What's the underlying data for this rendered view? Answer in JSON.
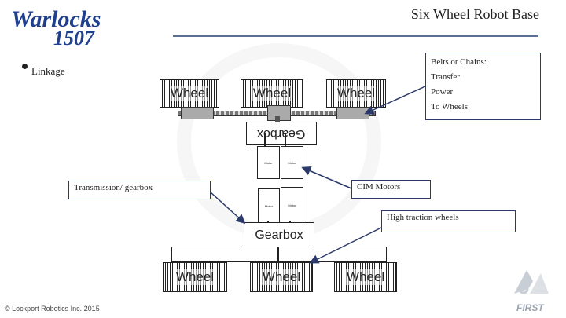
{
  "logo": {
    "line1": "Warlocks",
    "line2": "1507"
  },
  "slide_title": "Six Wheel Robot Base",
  "bullets": [
    "Linkage"
  ],
  "diagram": {
    "top_wheels": [
      "Wheel",
      "Wheel",
      "Wheel"
    ],
    "bottom_wheels": [
      "Wheel",
      "Wheel",
      "Wheel"
    ],
    "gearbox_top": "Gearbox",
    "gearbox_bottom": "Gearbox",
    "motor_label": "Motor"
  },
  "callouts": {
    "belts": [
      "Belts or Chains:",
      "Transfer",
      "Power",
      "To Wheels"
    ],
    "cim": "CIM Motors",
    "transmission": "Transmission/ gearbox",
    "traction": "High traction wheels"
  },
  "footer": "© Lockport Robotics Inc. 2015",
  "first_logo": "FIRST",
  "colors": {
    "logo": "#1f3f8f",
    "rule": "#5a6f92",
    "callout_border": "#2b3a6b"
  }
}
